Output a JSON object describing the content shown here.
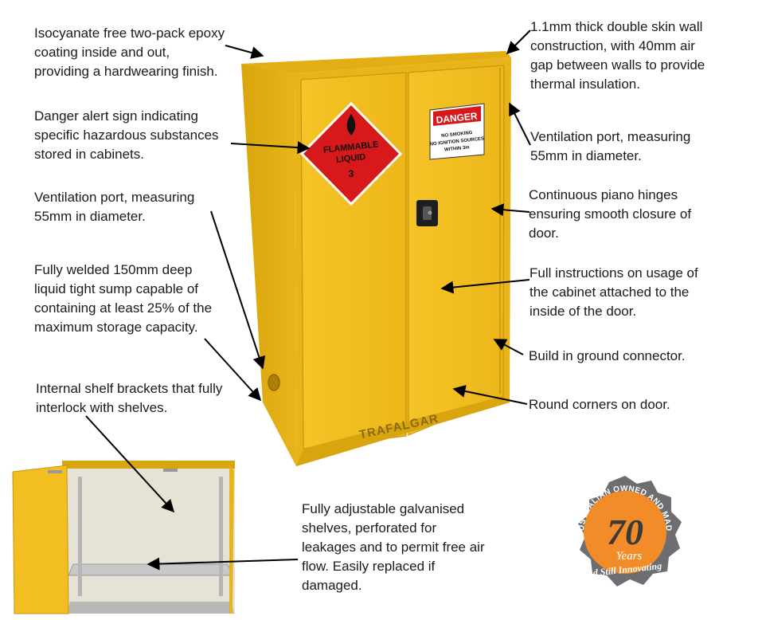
{
  "callouts": {
    "epoxy": "Isocyanate free two-pack epoxy\ncoating inside and out,\nproviding a hardwearing finish.",
    "danger_sign": "Danger alert sign indicating\nspecific hazardous substances\nstored in cabinets.",
    "vent_left": "Ventilation port, measuring\n55mm in diameter.",
    "sump": "Fully welded 150mm deep\nliquid tight sump capable of\ncontaining at least 25% of the\nmaximum storage capacity.",
    "shelf_brackets": "Internal shelf brackets that fully\ninterlock with shelves.",
    "double_skin": "1.1mm thick double skin wall\nconstruction, with 40mm air\ngap between walls to provide\nthermal insulation.",
    "vent_right": "Ventilation port, measuring\n55mm in diameter.",
    "hinges": "Continuous piano hinges\nensuring smooth closure of\ndoor.",
    "instructions": "Full instructions on usage of\nthe cabinet attached to the\ninside of the door.",
    "ground": "Build in ground connector.",
    "round_corners": "Round corners on door.",
    "shelves": "Fully adjustable galvanised\nshelves, perforated for\nleakages and to permit free air\nflow.  Easily replaced if\ndamaged."
  },
  "flammable_sign": {
    "line1": "FLAMMABLE",
    "line2": "LIQUID",
    "class_number": "3"
  },
  "danger_label": {
    "title": "DANGER",
    "line1": "NO SMOKING",
    "line2": "NO IGNITION SOURCES",
    "line3": "WITHIN 3m"
  },
  "brand_logo": "TRAFALGAR",
  "badge": {
    "arc_text": "AUSTRALIAN OWNED AND MADE",
    "number": "70",
    "years": "Years",
    "tagline": "and Still Innovating"
  },
  "colors": {
    "cabinet_yellow": "#F4C020",
    "cabinet_shadow": "#D9A50E",
    "cabinet_dark": "#B8860B",
    "badge_orange": "#F28C28",
    "badge_grey": "#6D6E71",
    "danger_red": "#D7191C"
  }
}
